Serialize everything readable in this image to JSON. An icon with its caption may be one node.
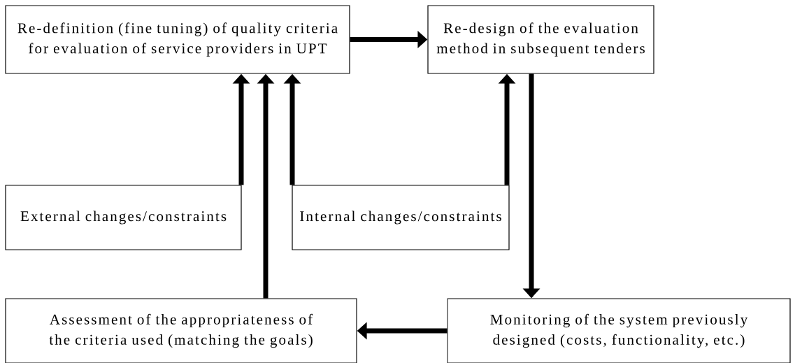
{
  "diagram": {
    "nodes": [
      {
        "text": [
          "Re-definition (fine tuning) of quality criteria for evaluation of service providers in UPT"
        ]
      },
      {
        "text": [
          "Re-design of the evaluation method in subsequent tenders"
        ]
      },
      {
        "text": [
          "External changes/constraints"
        ]
      },
      {
        "text": [
          "Internal changes/constraints"
        ]
      },
      {
        "text": [
          "Assessment of the appropriateness of the criteria used (matching the goals)"
        ]
      },
      {
        "text": [
          "Monitoring of the system previously designed (costs, functionality, etc.)"
        ]
      }
    ],
    "edges": [
      {
        "from": 0,
        "to": 1,
        "arrow": "to"
      },
      {
        "from": 1,
        "to": 5,
        "arrow": "to"
      },
      {
        "from": 5,
        "to": 4,
        "arrow": "to"
      },
      {
        "from": 2,
        "to": 0,
        "arrow": "to"
      },
      {
        "from": 4,
        "to": 0,
        "arrow": "to"
      },
      {
        "from": 3,
        "to": 0,
        "arrow": "to"
      },
      {
        "from": 3,
        "to": 1,
        "arrow": "to"
      }
    ]
  }
}
